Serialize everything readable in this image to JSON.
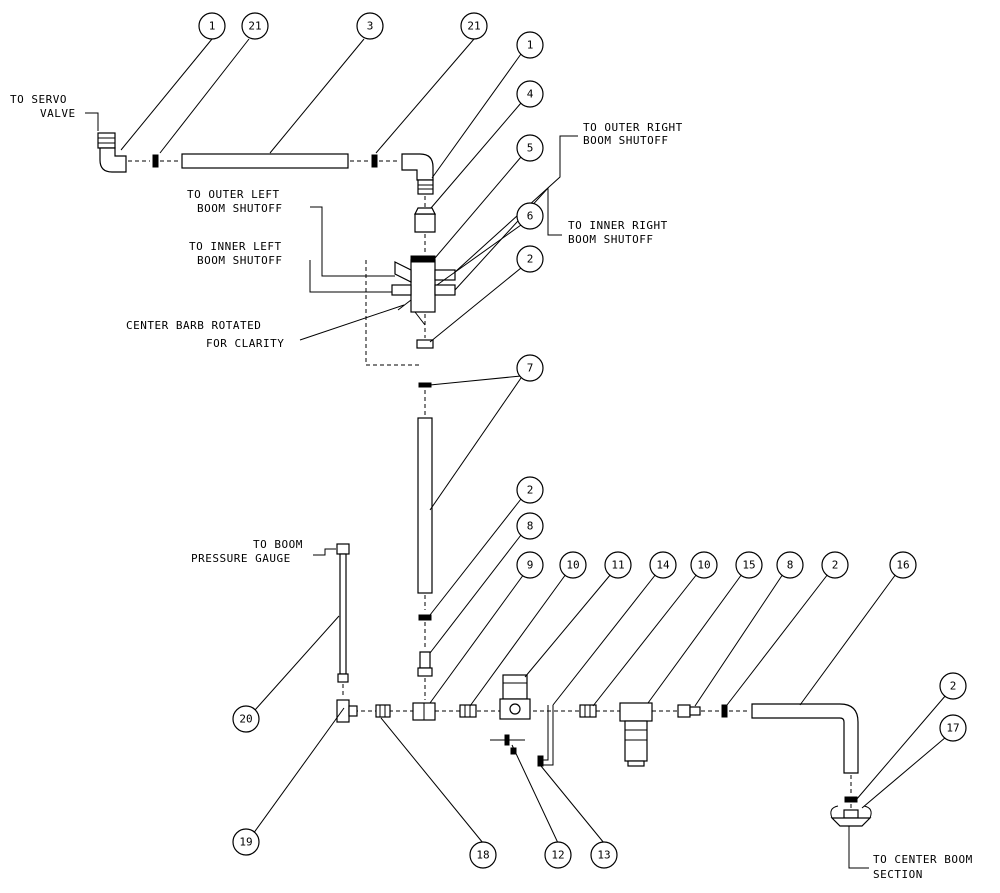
{
  "callouts": [
    "1",
    "21",
    "3",
    "21",
    "1",
    "4",
    "5",
    "6",
    "2",
    "7",
    "2",
    "8",
    "9",
    "10",
    "11",
    "14",
    "10",
    "15",
    "8",
    "2",
    "16",
    "2",
    "17",
    "20",
    "19",
    "18",
    "12",
    "13"
  ],
  "labels": {
    "servo": [
      "TO SERVO",
      "VALVE"
    ],
    "outer_left": [
      "TO OUTER LEFT",
      "BOOM SHUTOFF"
    ],
    "inner_left": [
      "TO INNER LEFT",
      "BOOM SHUTOFF"
    ],
    "outer_right": [
      "TO OUTER RIGHT",
      "BOOM SHUTOFF"
    ],
    "inner_right": [
      "TO INNER RIGHT",
      "BOOM SHUTOFF"
    ],
    "center_barb": [
      "CENTER BARB ROTATED",
      "FOR CLARITY"
    ],
    "pressure_gauge": [
      "TO BOOM",
      "PRESSURE GAUGE"
    ],
    "center_boom": [
      "TO CENTER BOOM",
      "SECTION"
    ]
  }
}
